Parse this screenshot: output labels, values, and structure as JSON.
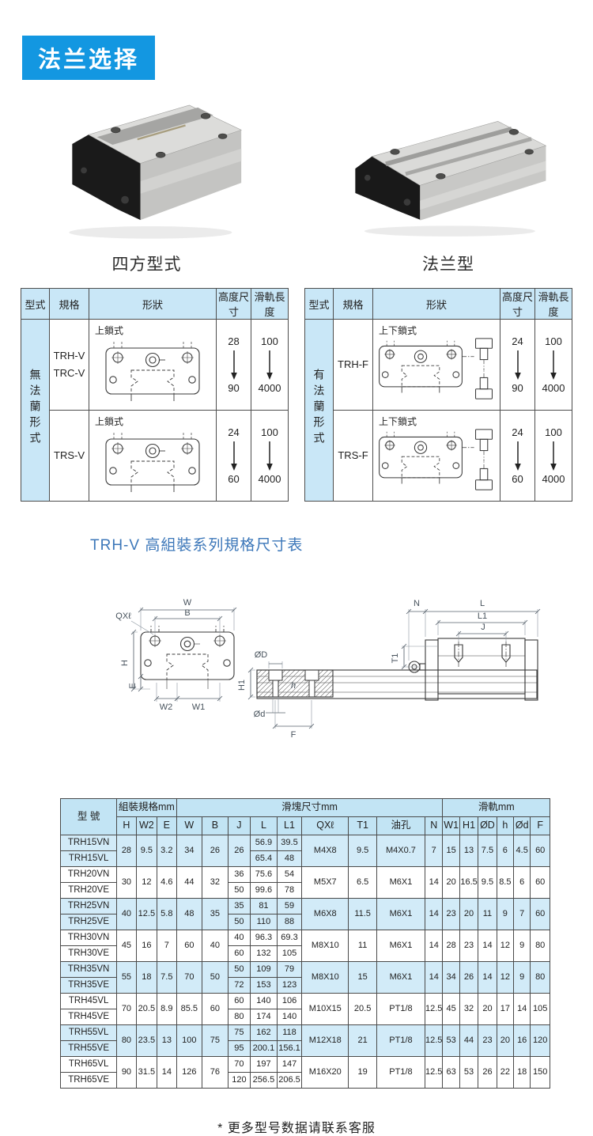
{
  "header": {
    "badge": "法兰选择"
  },
  "colors": {
    "accent": "#1397e1",
    "table_header": "#c2e4f4",
    "row_highlight": "#d2ebf8",
    "title_blue": "#3c77b9"
  },
  "products": [
    {
      "caption": "四方型式",
      "image": "square-type-linear-guide-block"
    },
    {
      "caption": "法兰型",
      "image": "flange-type-linear-guide-block"
    }
  ],
  "type_tables": [
    {
      "headers": [
        "型式",
        "規格",
        "形狀",
        "高度尺寸",
        "滑軌長度"
      ],
      "type_label": "無法蘭形式",
      "rows": [
        {
          "specs": [
            "TRH-V",
            "TRC-V"
          ],
          "shape_label": "上鎖式",
          "shape": "plain",
          "height": [
            "28",
            "90"
          ],
          "rail": [
            "100",
            "4000"
          ]
        },
        {
          "specs": [
            "TRS-V"
          ],
          "shape_label": "上鎖式",
          "shape": "plain",
          "height": [
            "24",
            "60"
          ],
          "rail": [
            "100",
            "4000"
          ]
        }
      ]
    },
    {
      "headers": [
        "型式",
        "規格",
        "形狀",
        "高度尺寸",
        "滑軌長度"
      ],
      "type_label": "有法蘭形式",
      "rows": [
        {
          "specs": [
            "TRH-F"
          ],
          "shape_label": "上下鎖式",
          "shape": "bolts",
          "height": [
            "24",
            "90"
          ],
          "rail": [
            "100",
            "4000"
          ]
        },
        {
          "specs": [
            "TRS-F"
          ],
          "shape_label": "上下鎖式",
          "shape": "bolts",
          "height": [
            "24",
            "60"
          ],
          "rail": [
            "100",
            "4000"
          ]
        }
      ]
    }
  ],
  "section_title": "TRH-V 高組裝系列規格尺寸表",
  "diagram": {
    "labels": {
      "W": "W",
      "B": "B",
      "QX": "QXℓ",
      "H": "H",
      "E": "E",
      "W2": "W2",
      "W1": "W1",
      "OD": "ØD",
      "H1": "H1",
      "h": "h",
      "Od": "Ød",
      "F": "F",
      "N": "N",
      "L": "L",
      "L1": "L1",
      "J": "J",
      "T1": "T1"
    }
  },
  "spec_table": {
    "model_header": "型 號",
    "unit_groups": [
      {
        "label": "組裝規格mm",
        "cols": [
          "H",
          "W2",
          "E"
        ]
      },
      {
        "label": "滑塊尺寸mm",
        "cols": [
          "W",
          "B",
          "J",
          "L",
          "L1",
          "QXℓ",
          "T1",
          "油孔",
          "N"
        ]
      },
      {
        "label": "滑軌mm",
        "cols": [
          "W1",
          "H1",
          "ØD",
          "h",
          "Ød",
          "F"
        ]
      }
    ],
    "groups": [
      {
        "models": [
          "TRH15VN",
          "TRH15VL"
        ],
        "shared_left": [
          "28",
          "9.5",
          "3.2",
          "34",
          "26"
        ],
        "J": [
          "26"
        ],
        "L": [
          "56.9",
          "65.4"
        ],
        "L1": [
          "39.5",
          "48"
        ],
        "shared_right": [
          "M4X8",
          "9.5",
          "M4X0.7",
          "7",
          "15",
          "13",
          "7.5",
          "6",
          "4.5",
          "60"
        ]
      },
      {
        "models": [
          "TRH20VN",
          "TRH20VE"
        ],
        "shared_left": [
          "30",
          "12",
          "4.6",
          "44",
          "32"
        ],
        "J": [
          "36",
          "50"
        ],
        "L": [
          "75.6",
          "99.6"
        ],
        "L1": [
          "54",
          "78"
        ],
        "shared_right": [
          "M5X7",
          "6.5",
          "M6X1",
          "14",
          "20",
          "16.5",
          "9.5",
          "8.5",
          "6",
          "60"
        ]
      },
      {
        "models": [
          "TRH25VN",
          "TRH25VE"
        ],
        "shared_left": [
          "40",
          "12.5",
          "5.8",
          "48",
          "35"
        ],
        "J": [
          "35",
          "50"
        ],
        "L": [
          "81",
          "110"
        ],
        "L1": [
          "59",
          "88"
        ],
        "shared_right": [
          "M6X8",
          "11.5",
          "M6X1",
          "14",
          "23",
          "20",
          "11",
          "9",
          "7",
          "60"
        ]
      },
      {
        "models": [
          "TRH30VN",
          "TRH30VE"
        ],
        "shared_left": [
          "45",
          "16",
          "7",
          "60",
          "40"
        ],
        "J": [
          "40",
          "60"
        ],
        "L": [
          "96.3",
          "132"
        ],
        "L1": [
          "69.3",
          "105"
        ],
        "shared_right": [
          "M8X10",
          "11",
          "M6X1",
          "14",
          "28",
          "23",
          "14",
          "12",
          "9",
          "80"
        ]
      },
      {
        "models": [
          "TRH35VN",
          "TRH35VE"
        ],
        "shared_left": [
          "55",
          "18",
          "7.5",
          "70",
          "50"
        ],
        "J": [
          "50",
          "72"
        ],
        "L": [
          "109",
          "153"
        ],
        "L1": [
          "79",
          "123"
        ],
        "shared_right": [
          "M8X10",
          "15",
          "M6X1",
          "14",
          "34",
          "26",
          "14",
          "12",
          "9",
          "80"
        ]
      },
      {
        "models": [
          "TRH45VL",
          "TRH45VE"
        ],
        "shared_left": [
          "70",
          "20.5",
          "8.9",
          "85.5",
          "60"
        ],
        "J": [
          "60",
          "80"
        ],
        "L": [
          "140",
          "174"
        ],
        "L1": [
          "106",
          "140"
        ],
        "shared_right": [
          "M10X15",
          "20.5",
          "PT1/8",
          "12.5",
          "45",
          "32",
          "20",
          "17",
          "14",
          "105"
        ]
      },
      {
        "models": [
          "TRH55VL",
          "TRH55VE"
        ],
        "shared_left": [
          "80",
          "23.5",
          "13",
          "100",
          "75"
        ],
        "J": [
          "75",
          "95"
        ],
        "L": [
          "162",
          "200.1"
        ],
        "L1": [
          "118",
          "156.1"
        ],
        "shared_right": [
          "M12X18",
          "21",
          "PT1/8",
          "12.5",
          "53",
          "44",
          "23",
          "20",
          "16",
          "120"
        ]
      },
      {
        "models": [
          "TRH65VL",
          "TRH65VE"
        ],
        "shared_left": [
          "90",
          "31.5",
          "14",
          "126",
          "76"
        ],
        "J": [
          "70",
          "120"
        ],
        "L": [
          "197",
          "256.5"
        ],
        "L1": [
          "147",
          "206.5"
        ],
        "shared_right": [
          "M16X20",
          "19",
          "PT1/8",
          "12.5",
          "63",
          "53",
          "26",
          "22",
          "18",
          "150"
        ]
      }
    ]
  },
  "footer": "* 更多型号数据请联系客服"
}
